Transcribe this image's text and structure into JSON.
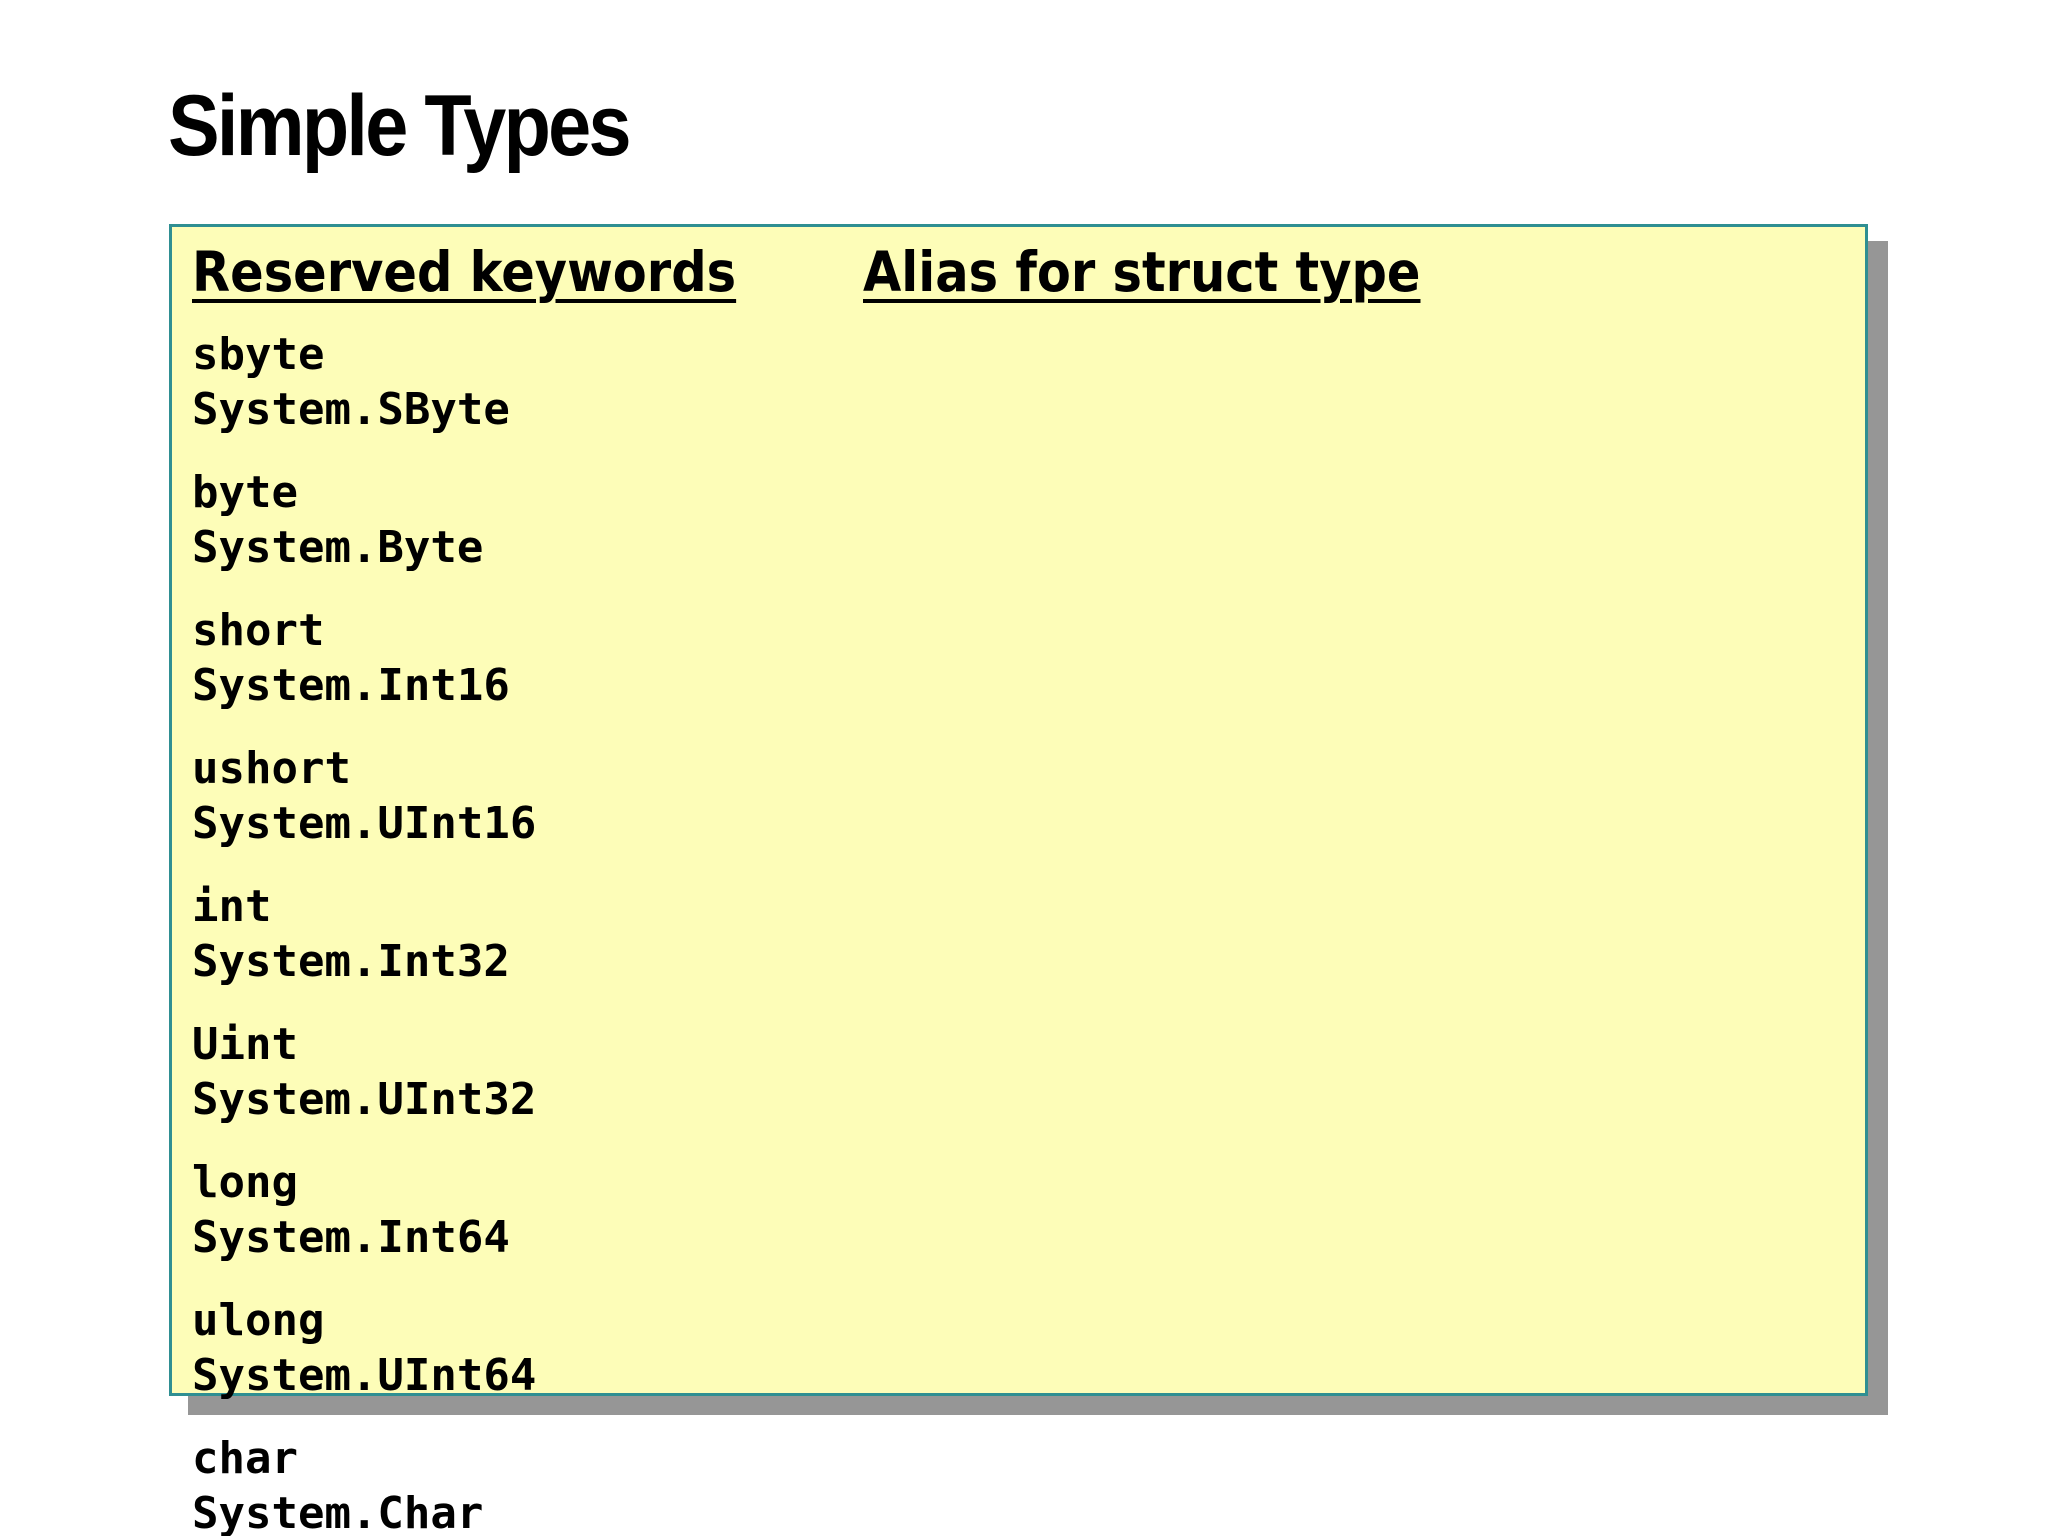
{
  "slide": {
    "title": "Simple Types"
  },
  "table": {
    "headers": {
      "reserved_keywords": "Reserved keywords",
      "alias_for_struct_type": "Alias for struct type"
    },
    "rows": [
      {
        "keyword": "sbyte",
        "struct": "System.SByte"
      },
      {
        "keyword": "byte",
        "struct": "System.Byte"
      },
      {
        "keyword": "short",
        "struct": "System.Int16"
      },
      {
        "keyword": "ushort",
        "struct": "System.UInt16"
      },
      {
        "keyword": "int",
        "struct": "System.Int32"
      },
      {
        "keyword": "Uint",
        "struct": "System.UInt32"
      },
      {
        "keyword": "long",
        "struct": "System.Int64"
      },
      {
        "keyword": "ulong",
        "struct": "System.UInt64"
      },
      {
        "keyword": "char",
        "struct": "System.Char"
      }
    ]
  },
  "colors": {
    "panel_background": "#fdfdb8",
    "panel_border": "#2f8f92",
    "panel_shadow": "#969696",
    "text": "#000000"
  }
}
